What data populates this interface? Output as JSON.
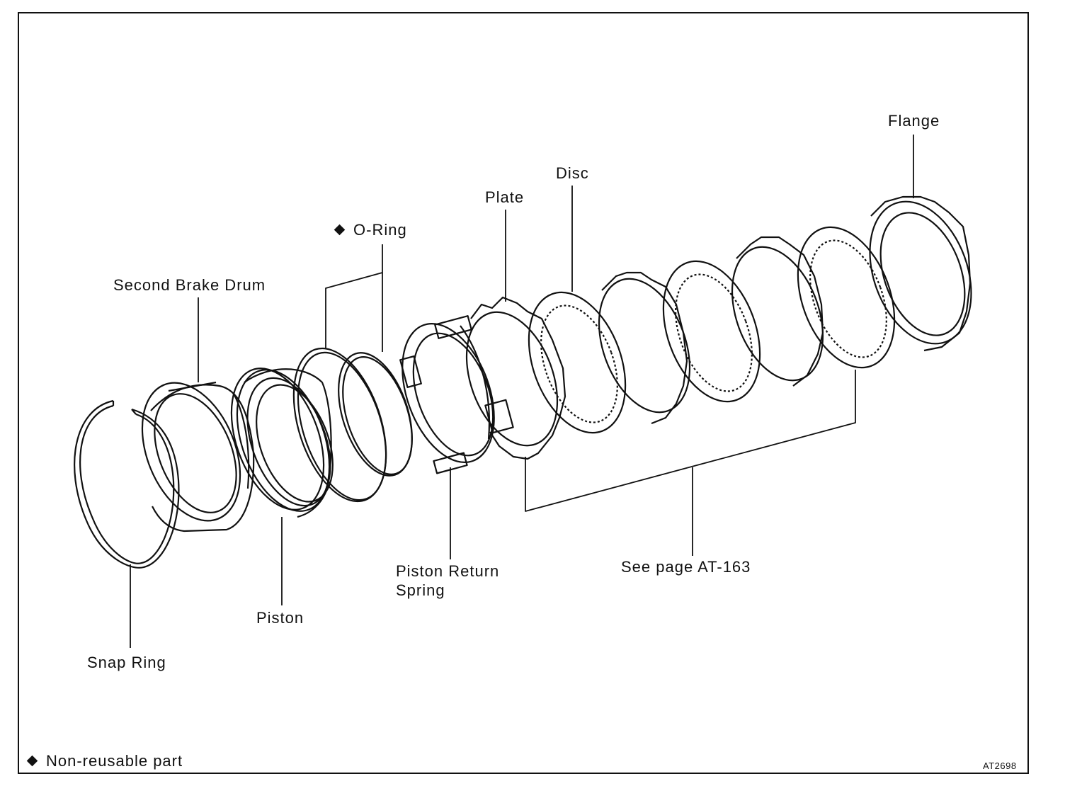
{
  "diagram": {
    "labels": {
      "flange": "Flange",
      "disc": "Disc",
      "plate": "Plate",
      "o_ring": "O-Ring",
      "second_brake_drum": "Second Brake Drum",
      "piston_return_spring": "Piston Return\nSpring",
      "see_page": "See page AT-163",
      "piston": "Piston",
      "snap_ring": "Snap Ring"
    },
    "legend": {
      "non_reusable": "Non-reusable part"
    },
    "figure_code": "AT2698"
  },
  "colors": {
    "ink": "#111111",
    "paper": "#ffffff"
  }
}
